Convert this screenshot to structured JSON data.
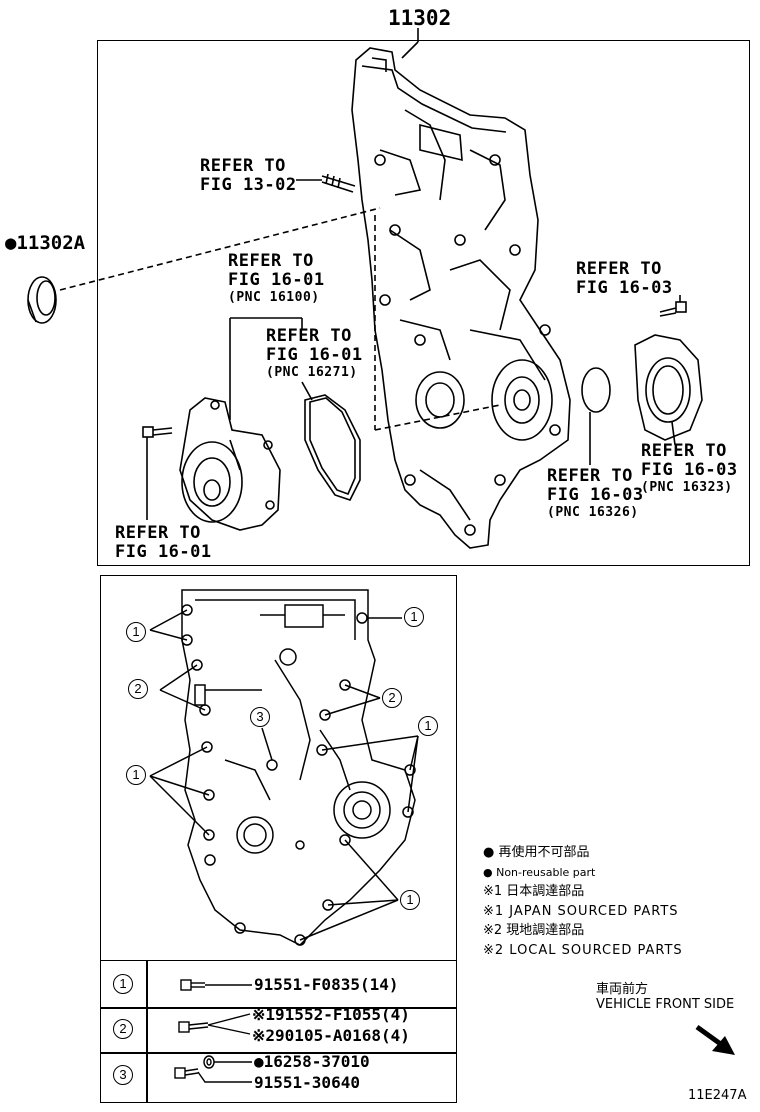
{
  "assembly_number": "11302",
  "seal_part": "●11302A",
  "refer_1302": {
    "line1": "REFER TO",
    "line2": "FIG 13-02"
  },
  "refer_1601_top": {
    "line1": "REFER TO",
    "line2": "FIG 16-01",
    "pnc": "(PNC 16100)"
  },
  "refer_1601_mid": {
    "line1": "REFER TO",
    "line2": "FIG 16-01",
    "pnc": "(PNC 16271)"
  },
  "refer_1601_bot": {
    "line1": "REFER TO",
    "line2": "FIG 16-01"
  },
  "refer_1603_top": {
    "line1": "REFER TO",
    "line2": "FIG 16-03"
  },
  "refer_1603_right": {
    "line1": "REFER TO",
    "line2": "FIG 16-03",
    "pnc": "(PNC 16323)"
  },
  "refer_1603_mid": {
    "line1": "REFER TO",
    "line2": "FIG 16-03",
    "pnc": "(PNC 16326)"
  },
  "legend": {
    "l1": "● 再使用不可部品",
    "l2": "● Non-reusable part",
    "l3": "※1 日本調達部品",
    "l4": "※1 JAPAN SOURCED PARTS",
    "l5": "※2 現地調達部品",
    "l6": "※2 LOCAL SOURCED PARTS"
  },
  "vehicle_front": {
    "jp": "車両前方",
    "en": "VEHICLE FRONT SIDE"
  },
  "figure_code": "11E247A",
  "bolt_rows": [
    {
      "num": "1",
      "parts": [
        "91551-F0835(14)"
      ]
    },
    {
      "num": "2",
      "parts": [
        "※191552-F1055(4)",
        "※290105-A0168(4)"
      ]
    },
    {
      "num": "3",
      "parts": [
        "●16258-37010",
        "91551-30640"
      ]
    }
  ],
  "callout_labels": {
    "one": "1",
    "two": "2",
    "three": "3"
  }
}
